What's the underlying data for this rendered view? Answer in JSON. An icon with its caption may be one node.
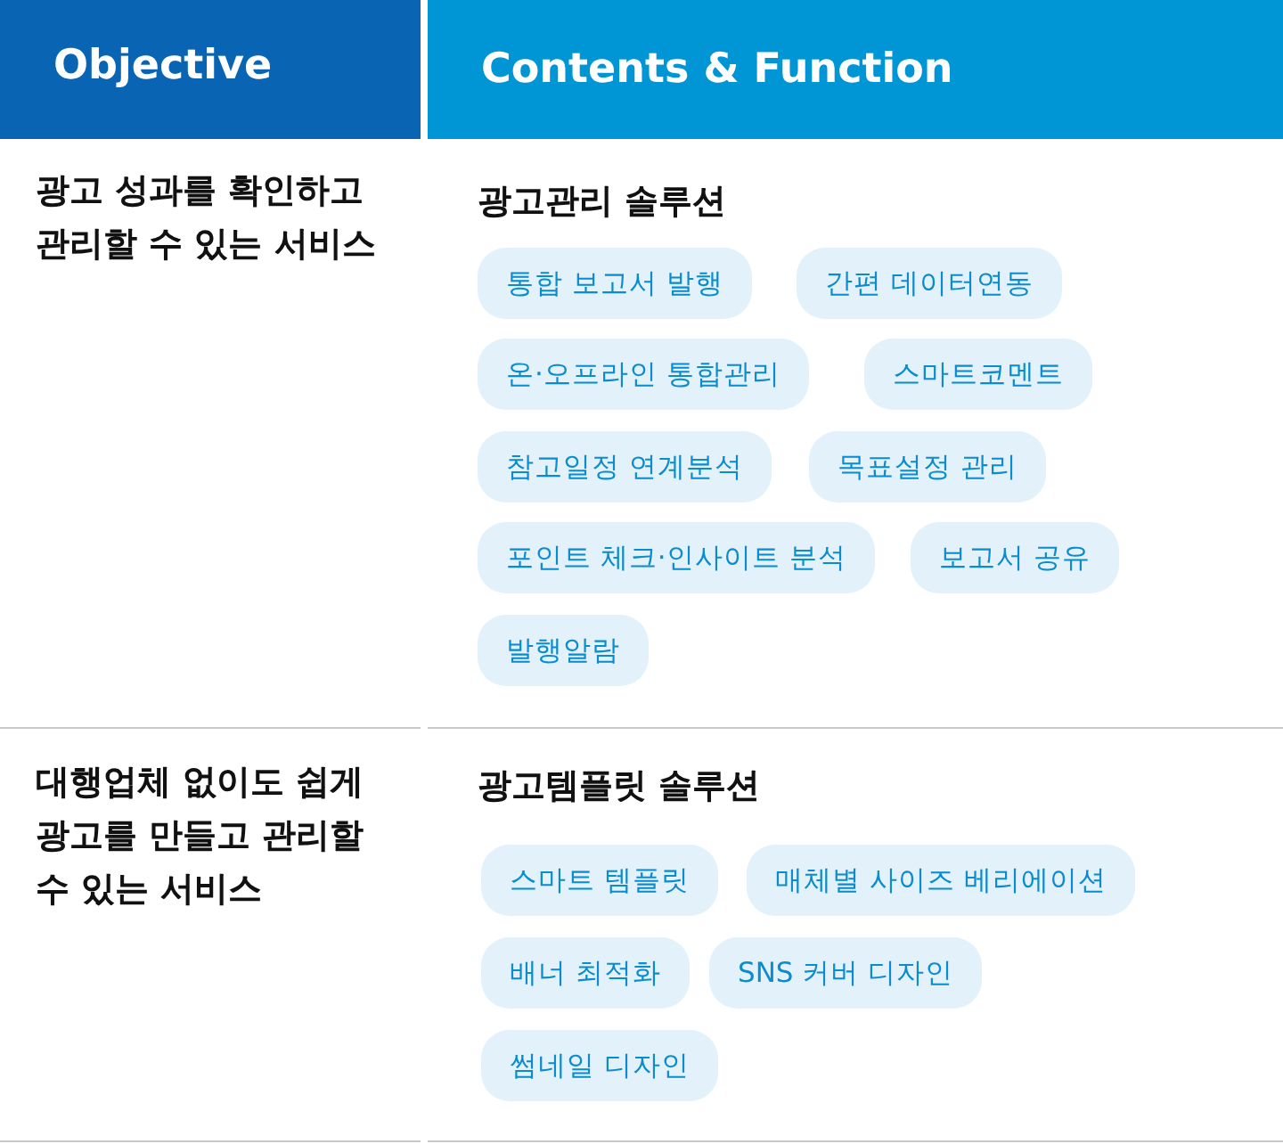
{
  "diagram": {
    "labels": [
      "Objective",
      "Contents & Function",
      "광고 성과를 확인하고 관리할 수 있는 서비스",
      "광고관리 솔루션",
      "통합 보고서 발행",
      "간편 데이터연동",
      "온·오프라인 통합관리",
      "스마트코멘트",
      "참고일정 연계분석",
      "목표설정 관리",
      "포인트 체크·인사이트 분석",
      "보고서 공유",
      "발행알람",
      "대행업체 없이도 쉽게 광고를 만들고 관리할 수 있는 서비스",
      "광고템플릿 솔루션",
      "스마트 템플릿",
      "매체별 사이즈 베리에이션",
      "배너 최적화",
      "SNS 커버 디자인",
      "썸네일 디자인"
    ]
  }
}
